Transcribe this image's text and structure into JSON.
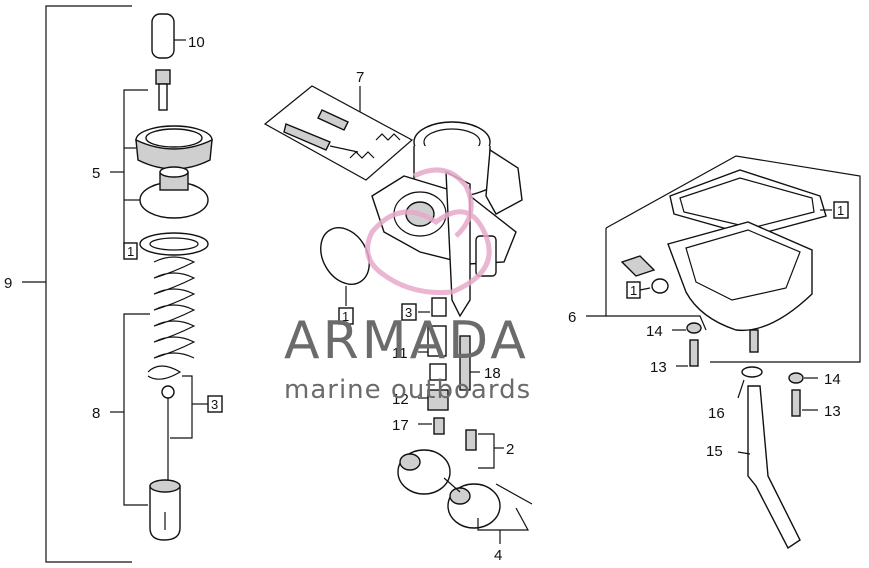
{
  "callouts": {
    "c10": "10",
    "c9": "9",
    "c5": "5",
    "c1a": "1",
    "c8": "8",
    "c3a": "3",
    "c7": "7",
    "c1b": "1",
    "c3b": "3",
    "c11": "11",
    "c18": "18",
    "c12": "12",
    "c17": "17",
    "c2": "2",
    "c4": "4",
    "c6": "6",
    "c1c": "1",
    "c1d": "1",
    "c14a": "14",
    "c13a": "13",
    "c16": "16",
    "c15": "15",
    "c14b": "14",
    "c13b": "13"
  },
  "watermark": {
    "brand": "ARMADA",
    "tagline": "marine outboards",
    "accent_color": "#e7a9c9",
    "text_color": "#6b6b6b"
  }
}
